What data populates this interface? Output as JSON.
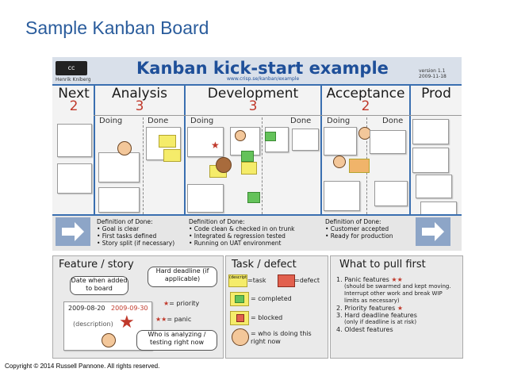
{
  "slide": {
    "title": "Sample Kanban Board",
    "copyright": "Copyright © 2014 Russell Pannone. All rights reserved."
  },
  "board": {
    "title": "Kanban kick-start example",
    "url": "www.crisp.se/kanban/example",
    "author": "Henrik Kniberg",
    "version": "version 1.1",
    "date": "2009-11-18",
    "license_badge": "cc",
    "columns": [
      {
        "name": "Next",
        "limit": "2"
      },
      {
        "name": "Analysis",
        "limit": "3"
      },
      {
        "name": "Development",
        "limit": "3"
      },
      {
        "name": "Acceptance",
        "limit": "2"
      },
      {
        "name": "Prod",
        "limit": ""
      }
    ],
    "sub_headers": {
      "doing": "Doing",
      "done": "Done"
    },
    "definitions": [
      {
        "title": "Definition of Done:",
        "items": [
          "• Goal is clear",
          "• First tasks defined",
          "• Story split (if necessary)"
        ]
      },
      {
        "title": "Definition of Done:",
        "items": [
          "• Code clean & checked in on trunk",
          "• Integrated & regression tested",
          "• Running on UAT environment"
        ]
      },
      {
        "title": "Definition of Done:",
        "items": [
          "• Customer accepted",
          "• Ready for production"
        ]
      }
    ]
  },
  "legend": {
    "feature": {
      "title": "Feature / story",
      "date_when": "Date when added to board",
      "hard_deadline": "Hard deadline (if applicable)",
      "date1": "2009-08-20",
      "date2": "2009-09-30",
      "description": "(description)",
      "priority": "= priority",
      "panic": "= panic",
      "who": "Who is analyzing / testing right now"
    },
    "task": {
      "title": "Task / defect",
      "task_sticky": "(description)",
      "task_label": "=task",
      "defect_label": "=defect",
      "completed": "= completed",
      "blocked": "= blocked",
      "who": "= who is doing this right now"
    },
    "pull": {
      "title": "What to pull first",
      "items": [
        {
          "num": "1.",
          "text": "Panic features",
          "note": "(should be swarmed and kept moving. Interrupt other work and break WIP limits as necessary)"
        },
        {
          "num": "2.",
          "text": "Priority features",
          "note": ""
        },
        {
          "num": "3.",
          "text": "Hard deadline features",
          "note": "(only if deadline is at risk)"
        },
        {
          "num": "4.",
          "text": "Oldest features",
          "note": ""
        }
      ]
    }
  },
  "colors": {
    "title_blue": "#2a5c9c",
    "board_blue": "#1e4f99",
    "limit_red": "#c0392b",
    "sticky_yellow": "#f5ec6a",
    "sticky_green": "#64c25a",
    "sticky_red": "#e2604e"
  }
}
